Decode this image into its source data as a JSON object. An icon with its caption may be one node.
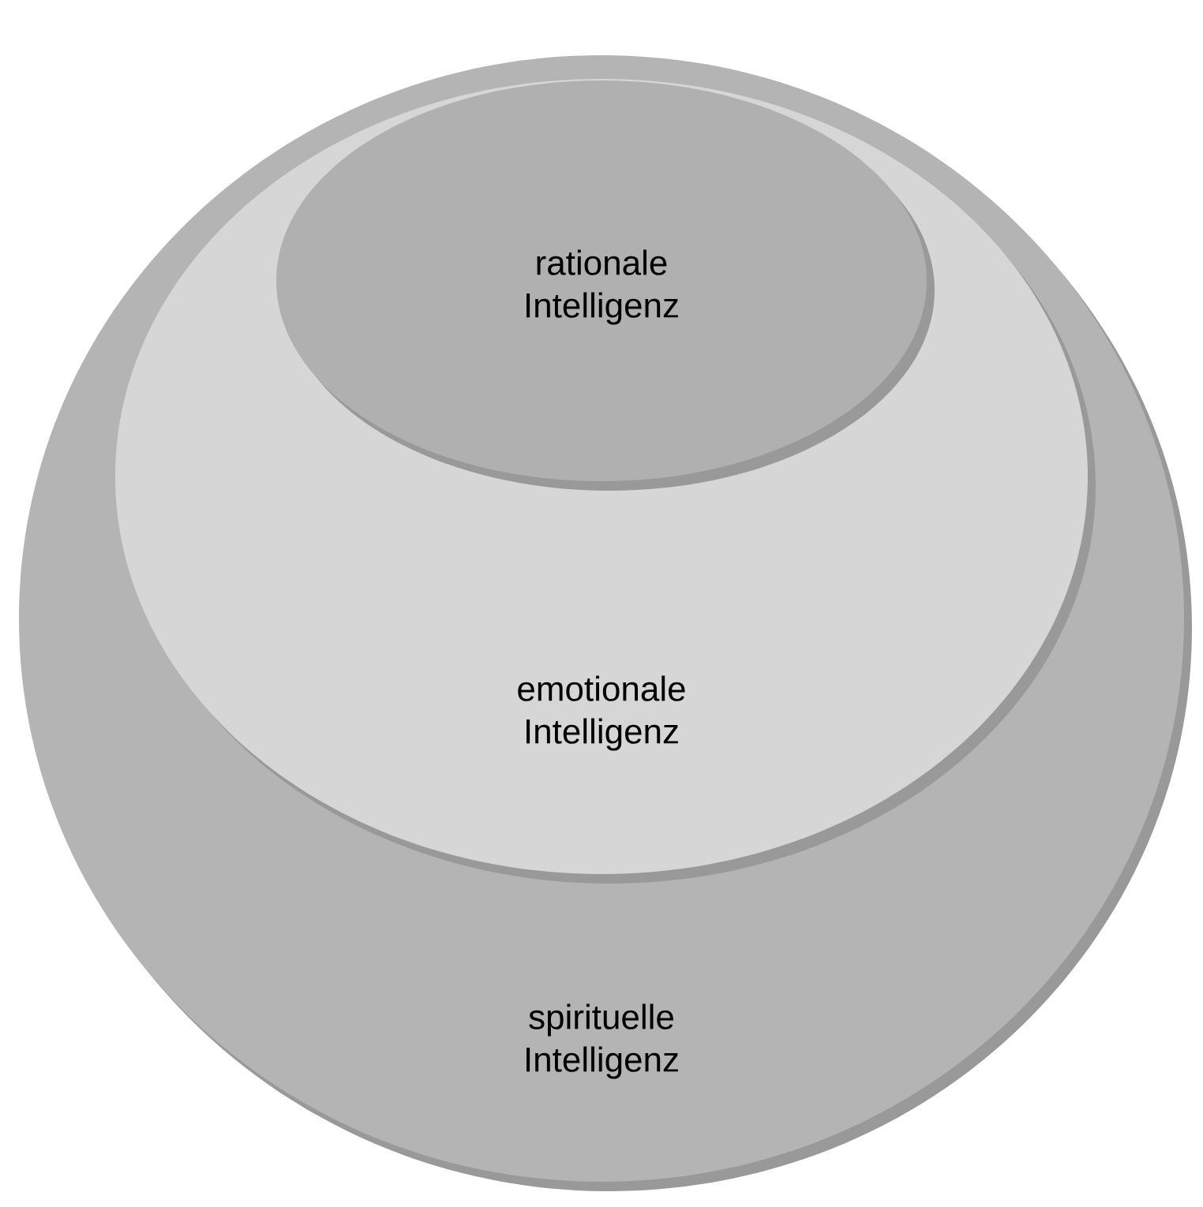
{
  "diagram": {
    "nodes": [
      {
        "text": [
          "spirituelle Intelligenz"
        ]
      },
      {
        "text": [
          "emotionale Intelligenz"
        ],
        "in": 0
      },
      {
        "text": [
          "rationale Intelligenz"
        ],
        "in": 1
      }
    ]
  }
}
